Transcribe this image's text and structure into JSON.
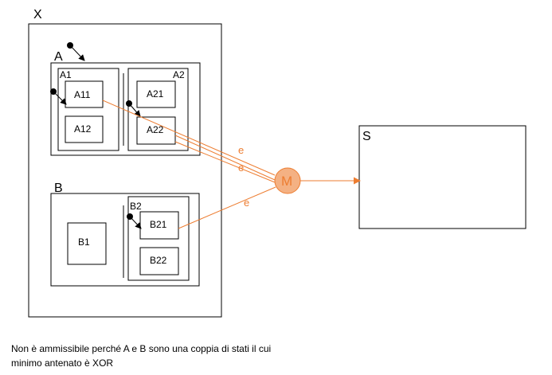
{
  "diagram": {
    "states": {
      "X": "X",
      "A": "A",
      "A1": "A1",
      "A2": "A2",
      "A11": "A11",
      "A12": "A12",
      "A21": "A21",
      "A22": "A22",
      "B": "B",
      "B1": "B1",
      "B2": "B2",
      "B21": "B21",
      "B22": "B22",
      "M": "M",
      "S": "S"
    },
    "events": {
      "from_A11": "e",
      "from_A22": "e",
      "from_B21": "e"
    },
    "note": "Non è ammissibile perché A e B sono una coppia di stati il cui minimo antenato è XOR",
    "colors": {
      "line": "#000000",
      "transition": "#ed7d31",
      "merge_fill": "#f4b183",
      "merge_stroke": "#ed7d31"
    }
  }
}
